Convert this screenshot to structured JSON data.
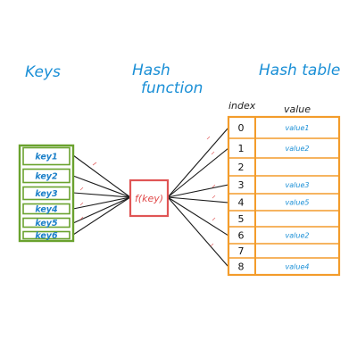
{
  "headings": {
    "keys": "Keys",
    "hash_function_line1": "Hash",
    "hash_function_line2": "function",
    "hash_table": "Hash table"
  },
  "table_headers": {
    "index": "index",
    "value": "value"
  },
  "keys": [
    "key1",
    "key2",
    "key3",
    "key4",
    "key5",
    "key6"
  ],
  "hash_function_label": "f(key)",
  "table_rows": [
    {
      "index": "0",
      "value": "value1"
    },
    {
      "index": "1",
      "value": "value2"
    },
    {
      "index": "2",
      "value": ""
    },
    {
      "index": "3",
      "value": "value3"
    },
    {
      "index": "4",
      "value": "value5"
    },
    {
      "index": "5",
      "value": ""
    },
    {
      "index": "6",
      "value": "value2"
    },
    {
      "index": "7",
      "value": ""
    },
    {
      "index": "8",
      "value": "value4"
    }
  ],
  "colors": {
    "keys_border": "#6aa22e",
    "hash_border": "#e05555",
    "table_border": "#f39c2b",
    "heading_text": "#1a8fd6",
    "connector_line": "#1a1a1a"
  }
}
